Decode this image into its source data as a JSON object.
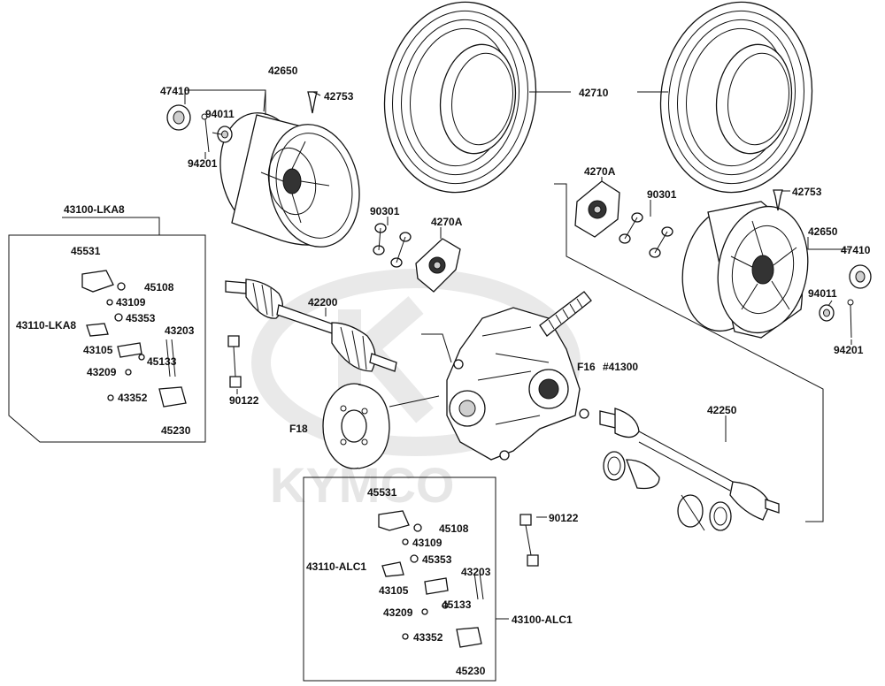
{
  "diagram": {
    "watermark": "KYMCO",
    "labels": {
      "l42650_top": "42650",
      "l47410_top": "47410",
      "l42753_top": "42753",
      "l94011_top": "94011",
      "l94201_top": "94201",
      "l42710": "42710",
      "l90301_left": "90301",
      "l4270A_left": "4270A",
      "l4270A_right": "4270A",
      "l90301_right": "90301",
      "l42753_right": "42753",
      "l42650_right": "42650",
      "l47410_right": "47410",
      "l94011_right": "94011",
      "l94201_right": "94201",
      "l42200": "42200",
      "l90122_left": "90122",
      "lF16": "F16",
      "l41300": "#41300",
      "lF18": "F18",
      "l42250": "42250",
      "l90122_right": "90122",
      "l43100_LKA8": "43100-LKA8",
      "l45531_a": "45531",
      "l45108_a": "45108",
      "l43109_a": "43109",
      "l43110_LKA8": "43110-LKA8",
      "l45353_a": "45353",
      "l43203_a": "43203",
      "l43105_a": "43105",
      "l45133_a": "45133",
      "l43209_a": "43209",
      "l43352_a": "43352",
      "l45230_a": "45230",
      "l45531_b": "45531",
      "l45108_b": "45108",
      "l43109_b": "43109",
      "l43110_ALC1": "43110-ALC1",
      "l45353_b": "45353",
      "l43203_b": "43203",
      "l43105_b": "43105",
      "l45133_b": "45133",
      "l43209_b": "43209",
      "l43352_b": "43352",
      "l45230_b": "45230",
      "l43100_ALC1": "43100-ALC1"
    }
  }
}
